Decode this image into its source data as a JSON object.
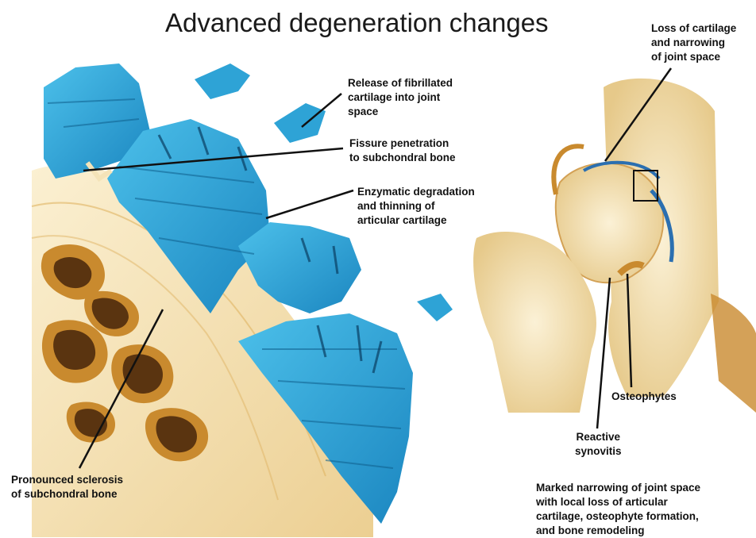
{
  "title": "Advanced degeneration changes",
  "labels": {
    "release": "Release of fibrillated\ncartilage into joint\nspace",
    "fissure": "Fissure penetration\nto subchondral bone",
    "enzymatic": "Enzymatic degradation\nand thinning of\narticular cartilage",
    "sclerosis": "Pronounced sclerosis\nof subchondral bone",
    "loss": "Loss of cartilage\nand narrowing\nof joint space",
    "osteophytes": "Osteophytes",
    "synovitis": "Reactive\nsynovitis",
    "caption": "Marked narrowing of joint space\nwith local loss of articular\ncartilage, osteophyte formation,\nand bone remodeling"
  },
  "colors": {
    "cartilage": "#2ea3d6",
    "cartilage_dark": "#0e5f8c",
    "bone": "#f3dfb0",
    "bone_dark": "#c98a2e",
    "marrow": "#5a3410",
    "synovium": "#2b6fb0"
  }
}
